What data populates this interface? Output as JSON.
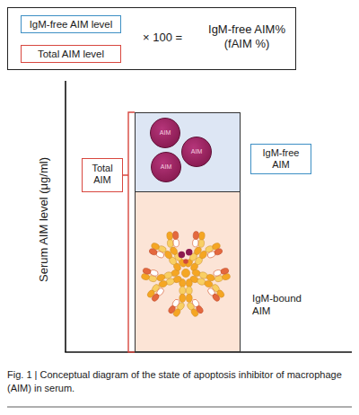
{
  "diagram": {
    "caption": "Fig. 1 | Conceptual diagram of the state of apoptosis inhibitor of macrophage (AIM) in serum.",
    "nodes": [
      {
        "text": [
          "× 100 =",
          "IgM-free AIM% (fAIM %)"
        ]
      },
      {
        "text": [
          "IgM-free AIM level"
        ],
        "in": 0
      },
      {
        "text": [
          "Total AIM level"
        ],
        "in": 0
      },
      {
        "text": [
          "Total AIM"
        ]
      },
      {
        "text": [
          "IgM-free AIM"
        ]
      },
      {
        "text": [
          "AIM"
        ],
        "in": 4
      },
      {
        "text": [
          "AIM"
        ],
        "in": 4
      },
      {
        "text": [
          "AIM"
        ],
        "in": 4
      },
      {
        "text": [
          "IgM-bound AIM"
        ]
      }
    ],
    "labels": [
      "Serum AIM level (μg/ml)"
    ]
  }
}
